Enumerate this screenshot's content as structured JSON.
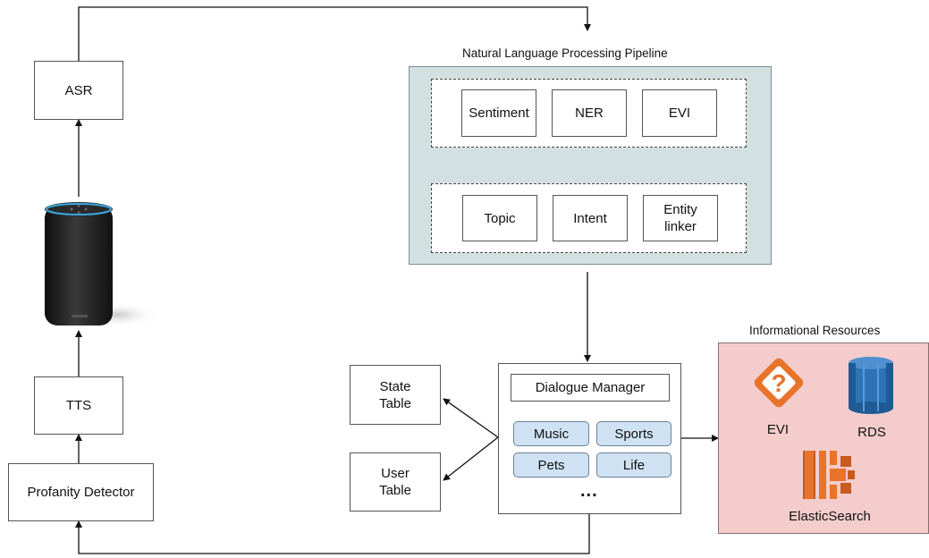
{
  "colors": {
    "nlp_panel": "#d3e0e2",
    "resources_panel": "#f4cccc",
    "topic_pill": "#cfe2f3",
    "evi_orange": "#e8732a",
    "rds_blue": "#2e73b8",
    "es_orange": "#e8732a"
  },
  "nodes": {
    "asr": "ASR",
    "tts": "TTS",
    "profanity_detector": "Profanity Detector",
    "state_table": "State\nTable",
    "user_table": "User\nTable"
  },
  "nlp": {
    "title": "Natural Language Processing Pipeline",
    "stage1": [
      "Sentiment",
      "NER",
      "EVI"
    ],
    "stage2": [
      "Topic",
      "Intent",
      "Entity\nlinker"
    ]
  },
  "dialogue": {
    "title": "Dialogue Manager",
    "modules": [
      "Music",
      "Sports",
      "Pets",
      "Life"
    ],
    "more": "..."
  },
  "resources": {
    "title": "Informational Resources",
    "items": [
      "EVI",
      "RDS",
      "ElasticSearch"
    ]
  },
  "icons": [
    "smart-speaker-icon",
    "evi-question-icon",
    "rds-database-icon",
    "elasticsearch-icon"
  ]
}
